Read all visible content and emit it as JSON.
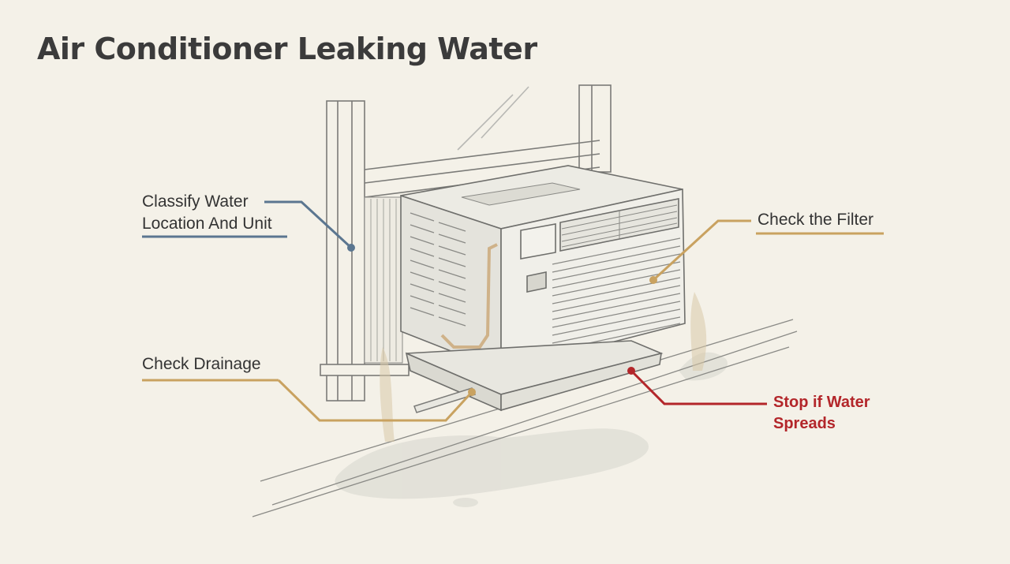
{
  "title": "Air Conditioner Leaking Water",
  "colors": {
    "background": "#f4f1e8",
    "ink": "#5a5a5a",
    "blue_leader": "#5b7690",
    "orange_leader": "#c9a260",
    "red_leader": "#b3262a",
    "water": "#d9d9d3"
  },
  "callouts": {
    "classify": {
      "line1": "Classify Water",
      "line2": "Location And Unit"
    },
    "filter": {
      "line1": "Check the Filter"
    },
    "drainage": {
      "line1": "Check Drainage"
    },
    "stop": {
      "line1": "Stop if Water",
      "line2": "Spreads"
    }
  }
}
